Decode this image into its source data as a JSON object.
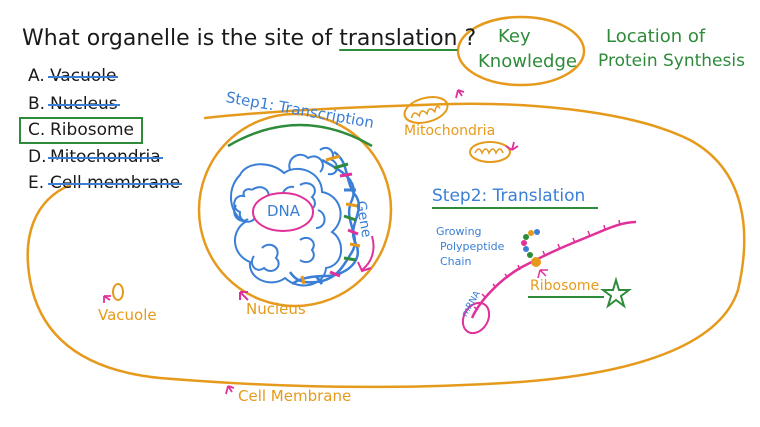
{
  "question": {
    "prefix": "What organelle is the site of",
    "term": "translation",
    "suffix": "?"
  },
  "options": [
    {
      "label": "A.",
      "text": "Vacuole",
      "struck": true
    },
    {
      "label": "B.",
      "text": "Nucleus",
      "struck": true
    },
    {
      "label": "C.",
      "text": "Ribosome",
      "struck": false,
      "boxed": true
    },
    {
      "label": "D.",
      "text": "Mitochondria",
      "struck": true
    },
    {
      "label": "E.",
      "text": "Cell membrane",
      "struck": true
    }
  ],
  "key_knowledge": {
    "line1": "Key",
    "line2": "Knowledge"
  },
  "location_title": {
    "line1": "Location of",
    "line2": "Protein Synthesis"
  },
  "step1": "Step1: Transcription",
  "step2": "Step2: Translation",
  "labels": {
    "dna": "DNA",
    "gene": "Gene",
    "mitochondria": "Mitochondria",
    "nucleus": "Nucleus",
    "vacuole": "Vacuole",
    "cell_membrane": "Cell Membrane",
    "polypeptide": [
      "Growing",
      "Polypeptide",
      "Chain"
    ],
    "ribosome": "Ribosome",
    "mrna": "mRNA"
  },
  "colors": {
    "orange": "#e69a1c",
    "blue": "#3a7fd5",
    "green": "#2e8b3a",
    "pink": "#e0309a"
  }
}
